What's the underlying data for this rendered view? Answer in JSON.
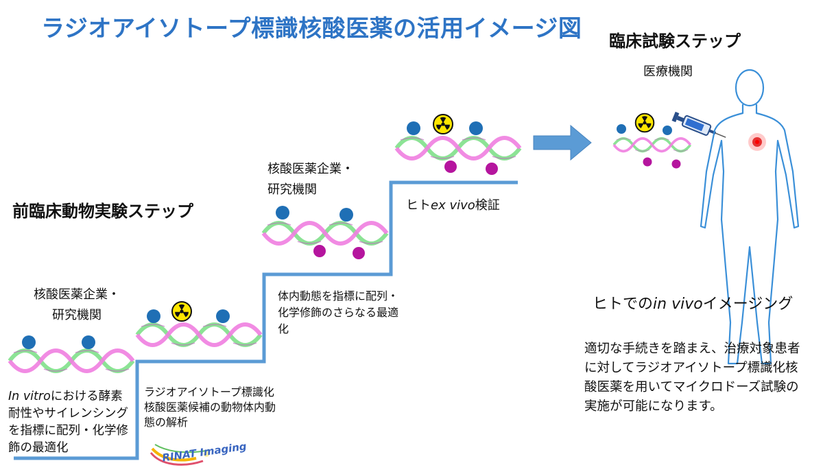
{
  "title": "ラジオアイソトープ標識核酸医薬の活用イメージ図",
  "preclinical": {
    "heading": "前臨床動物実験ステップ",
    "org1": "核酸医薬企業・\n研究機関",
    "step1_prefix": "In vitro",
    "step1_text": "における酵素耐性やサイレンシングを指標に配列・化学修飾の最適化",
    "step2_text": "ラジオアイソトープ標識化核酸医薬候補の動物体内動態の解析",
    "org2": "核酸医薬企業・\n研究機関",
    "step3_text": "体内動態を指標に配列・化学修飾のさらなる最適化",
    "step4_prefix": "ヒト",
    "step4_italic": "ex vivo",
    "step4_suffix": "検証",
    "logo_text": "RINAT Imaging"
  },
  "clinical": {
    "heading": "臨床試験ステップ",
    "institution": "医療機関",
    "imaging_prefix": "ヒトでの",
    "imaging_italic": "in vivo",
    "imaging_suffix": "イメージング",
    "description": "適切な手続きを踏まえ、治療対象患者に対してラジオアイソトープ標識化核酸医薬を用いてマイクロドーズ試験の実施が可能になります。"
  },
  "colors": {
    "title": "#2e74c5",
    "stairs": "#5b9bd5",
    "arrow": "#5b9bd5",
    "strand_green": "#7fe08a",
    "strand_pink": "#f07ee0",
    "blue_ball": "#1f6fb5",
    "purple_ball": "#b5159e",
    "radiation_bg": "#ffe600",
    "body_outline": "#3a8fd8"
  },
  "icons": [
    "dna-helix-icon",
    "radiation-icon",
    "syringe-icon",
    "human-body-icon",
    "right-arrow-icon"
  ]
}
